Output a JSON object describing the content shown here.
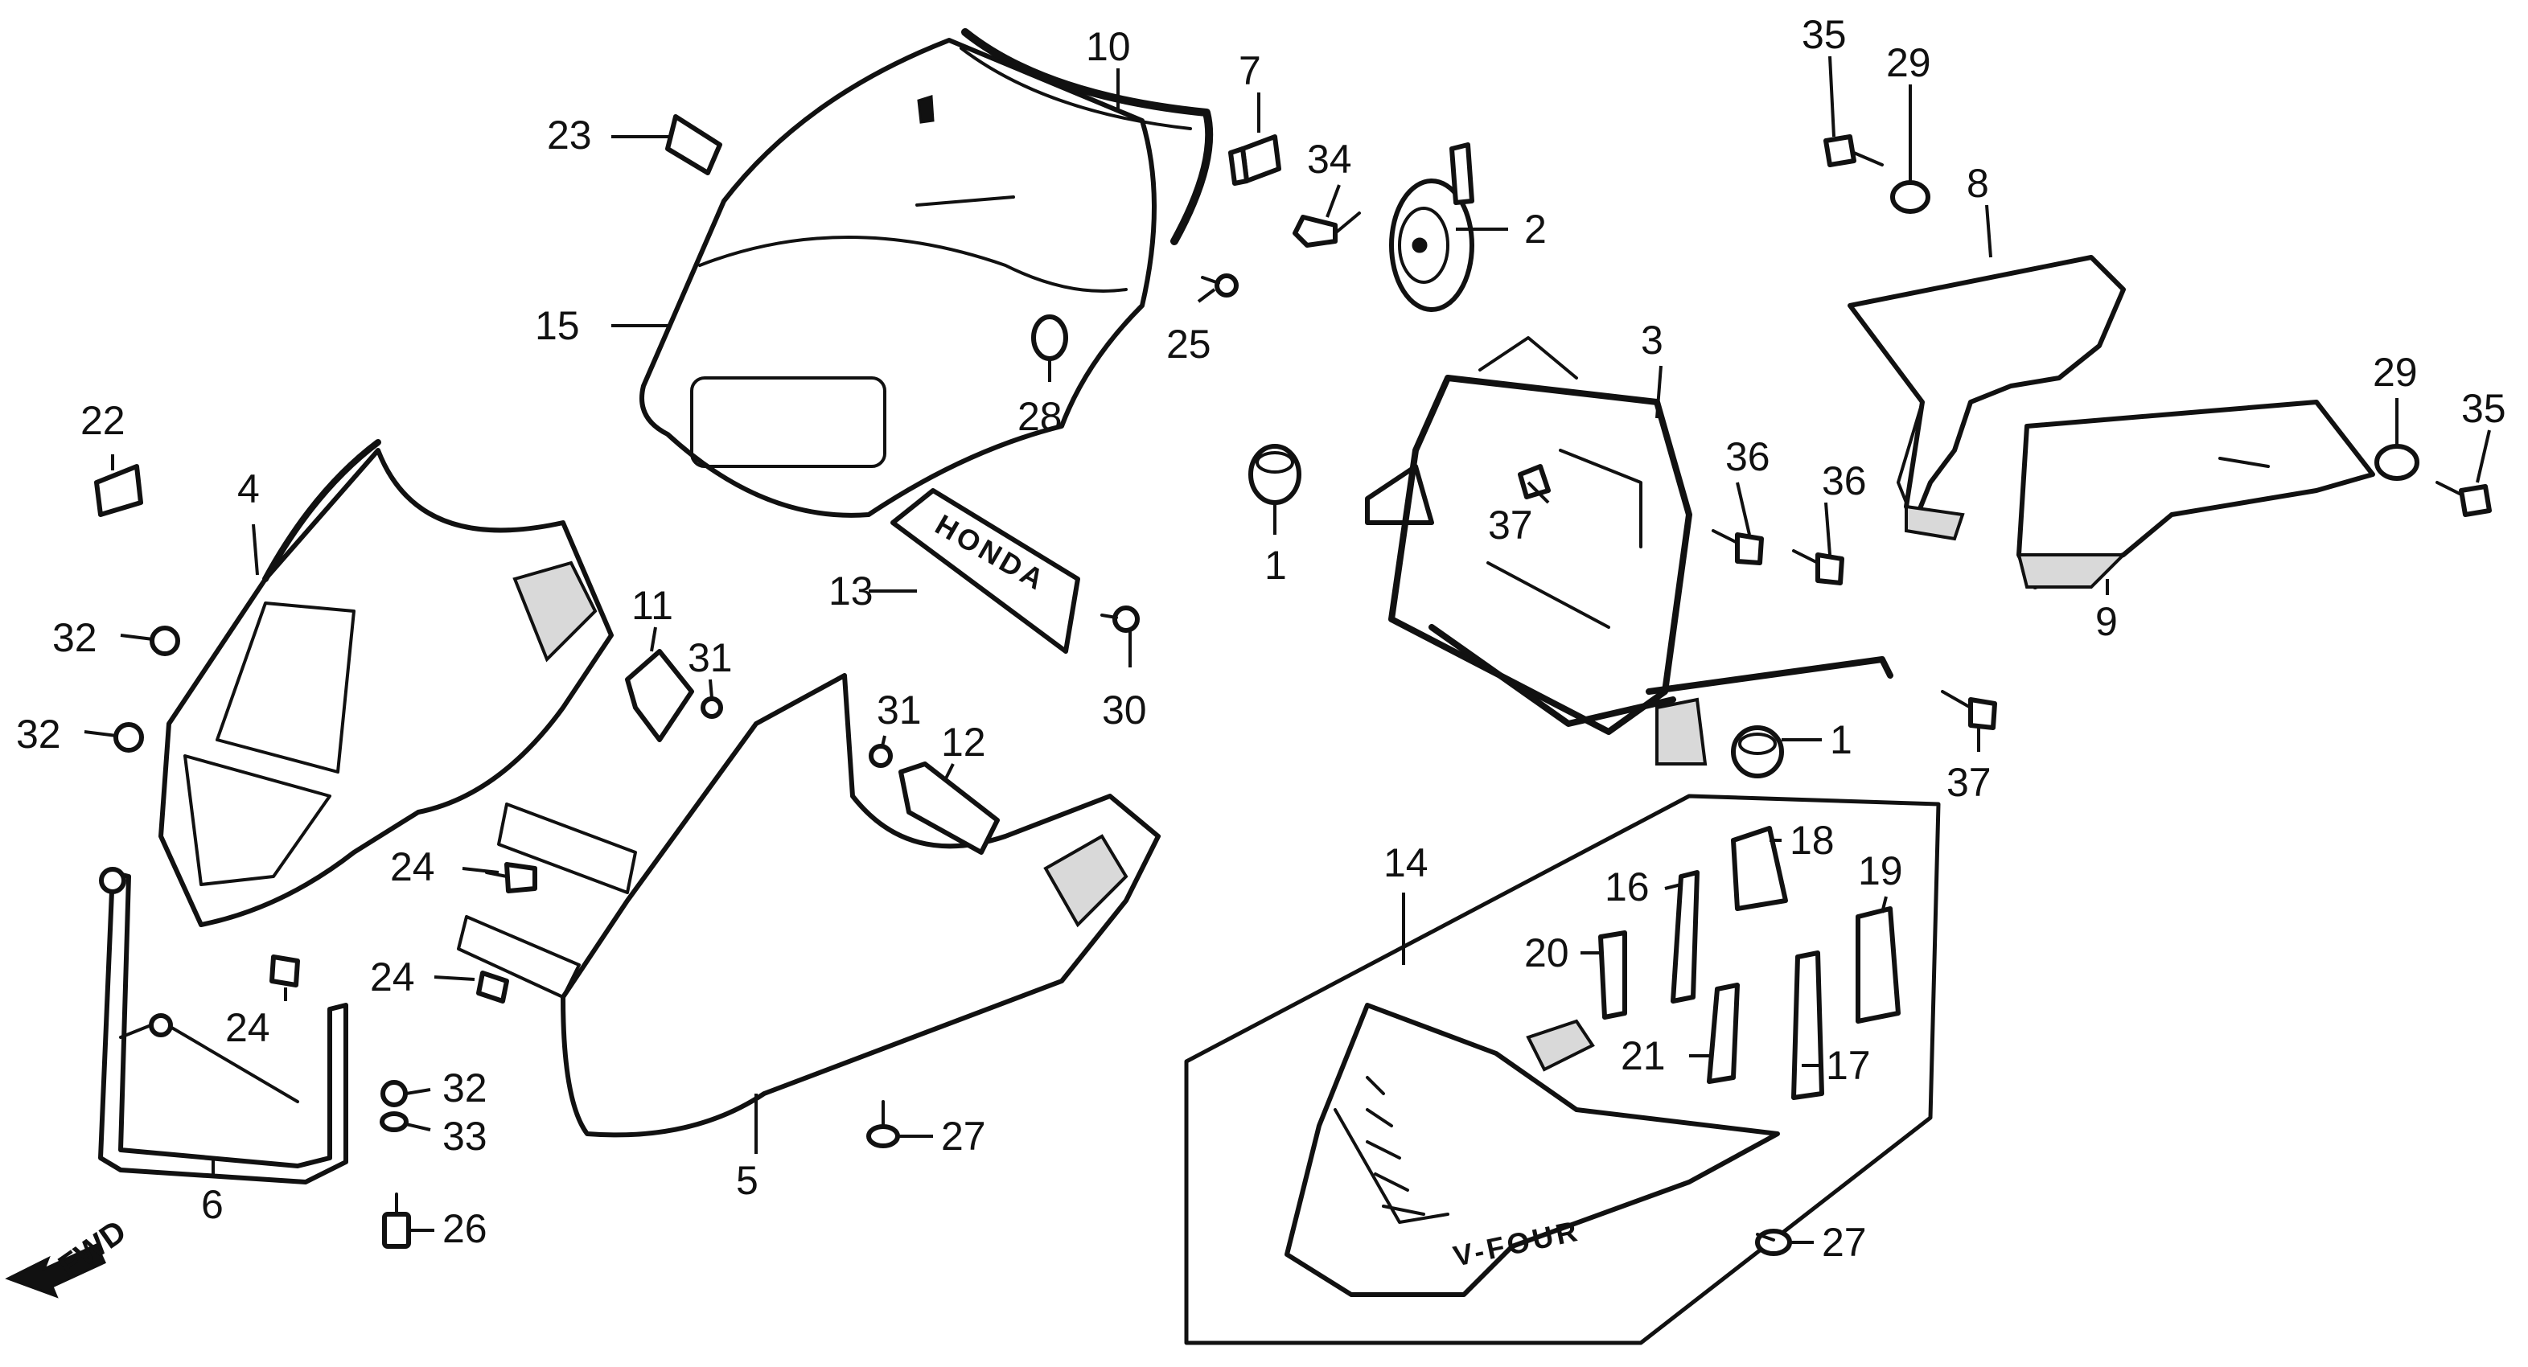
{
  "callouts": {
    "c1a": "1",
    "c1b": "1",
    "c2": "2",
    "c3": "3",
    "c4": "4",
    "c5": "5",
    "c6": "6",
    "c7": "7",
    "c8": "8",
    "c9": "9",
    "c10": "10",
    "c11": "11",
    "c12": "12",
    "c13": "13",
    "c14": "14",
    "c15": "15",
    "c16": "16",
    "c17": "17",
    "c18": "18",
    "c19": "19",
    "c20": "20",
    "c21": "21",
    "c22": "22",
    "c23": "23",
    "c24a": "24",
    "c24b": "24",
    "c24c": "24",
    "c25": "25",
    "c26": "26",
    "c27a": "27",
    "c27b": "27",
    "c28": "28",
    "c29a": "29",
    "c29b": "29",
    "c30": "30",
    "c31a": "31",
    "c31b": "31",
    "c32a": "32",
    "c32b": "32",
    "c32c": "32",
    "c33": "33",
    "c34": "34",
    "c35a": "35",
    "c35b": "35",
    "c36a": "36",
    "c36b": "36",
    "c37a": "37",
    "c37b": "37"
  },
  "emblem_text": "HONDA",
  "under_cowl_text": "V-FOUR",
  "direction_label": "FWD"
}
